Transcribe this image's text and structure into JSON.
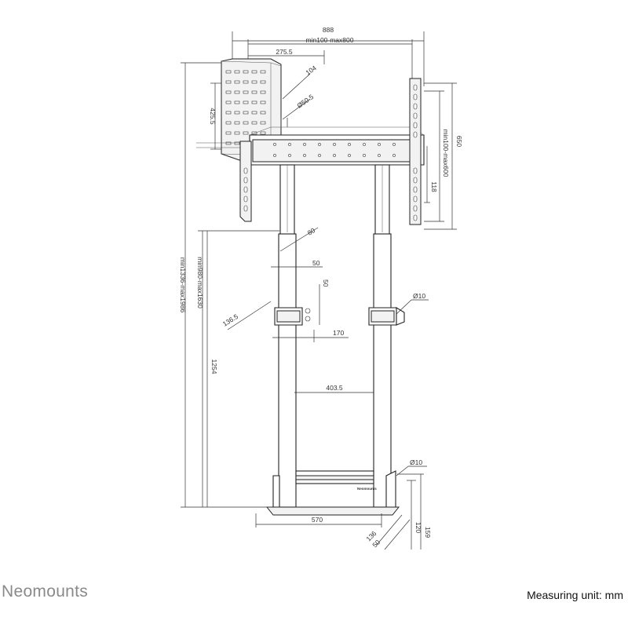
{
  "brand": "Neomounts",
  "unit_label": "Measuring unit: mm",
  "product_label": "Neomounts",
  "dims": {
    "d888": "888",
    "d_min100_max800": "min100-max800",
    "d275_5": "275.5",
    "d104": "104",
    "d425_5": "425.5",
    "d50_5": "Ø50.5",
    "d650": "650",
    "d_min100_max600": "min100-max600",
    "d118": "118",
    "d80": "80",
    "d50a": "50",
    "d50b": "50",
    "d136_5": "136.5",
    "d170": "170",
    "d10a": "Ø10",
    "d_min1336_max1986": "min1336-max1986",
    "d_min980_max1630": "min980-max1630",
    "d1254": "1254",
    "d403_5": "403.5",
    "d10b": "Ø10",
    "d570": "570",
    "d136": "136",
    "d50c": "50",
    "d120": "120",
    "d159": "159"
  }
}
